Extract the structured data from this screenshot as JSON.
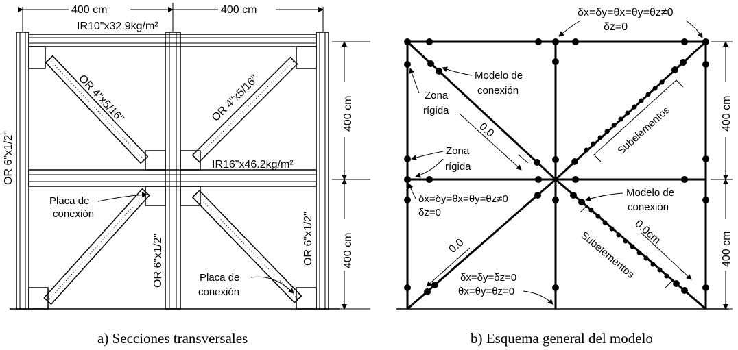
{
  "left_panel": {
    "dim_top_left": "400 cm",
    "dim_top_right": "400 cm",
    "beam_top": "IR10\"x32.9kg/m²",
    "beam_mid": "IR16\"x46.2kg/m²",
    "column_left": "OR 6\"x1/2\"",
    "column_center": "OR 6\"x1/2\"",
    "column_right": "OR 6\"x1/2\"",
    "brace_upper_left": "OR 4\"x5/16\"",
    "brace_upper_right": "OR 4\"x5/16\"",
    "plate_left_line1": "Placa de",
    "plate_left_line2": "conexión",
    "plate_right_line1": "Placa de",
    "plate_right_line2": "conexión",
    "caption": "a) Secciones transversales"
  },
  "right_panel": {
    "bc_top_line1": "δx=δy=θx=θy=θz≠0",
    "bc_top_line2": "δz=0",
    "conn_top_line1": "Modelo de",
    "conn_top_line2": "conexión",
    "zona_top_line1": "Zona",
    "zona_top_line2": "rígida",
    "zona_mid_line1": "Zona",
    "zona_mid_line2": "rígida",
    "bc_mid_line1": "δx=δy=θx=θy=θz≠0",
    "bc_mid_line2": "δz=0",
    "conn_mid_line1": "Modelo de",
    "conn_mid_line2": "conexión",
    "subelem_upper": "Subelementos",
    "subelem_lower": "Subelementos",
    "dim_upper_diag": "0.0",
    "dim_lower_left": "0.0",
    "dim_lower_right": "0.0cm",
    "bc_bottom_line1": "δx=δy=δz=0",
    "bc_bottom_line2": "θx=θy=θz=0",
    "dim_height_upper": "400 cm",
    "dim_height_lower": "400 cm",
    "dim_height_mid_upper": "400 cm",
    "dim_height_mid_lower": "400 cm",
    "caption": "b) Esquema general del modelo"
  }
}
